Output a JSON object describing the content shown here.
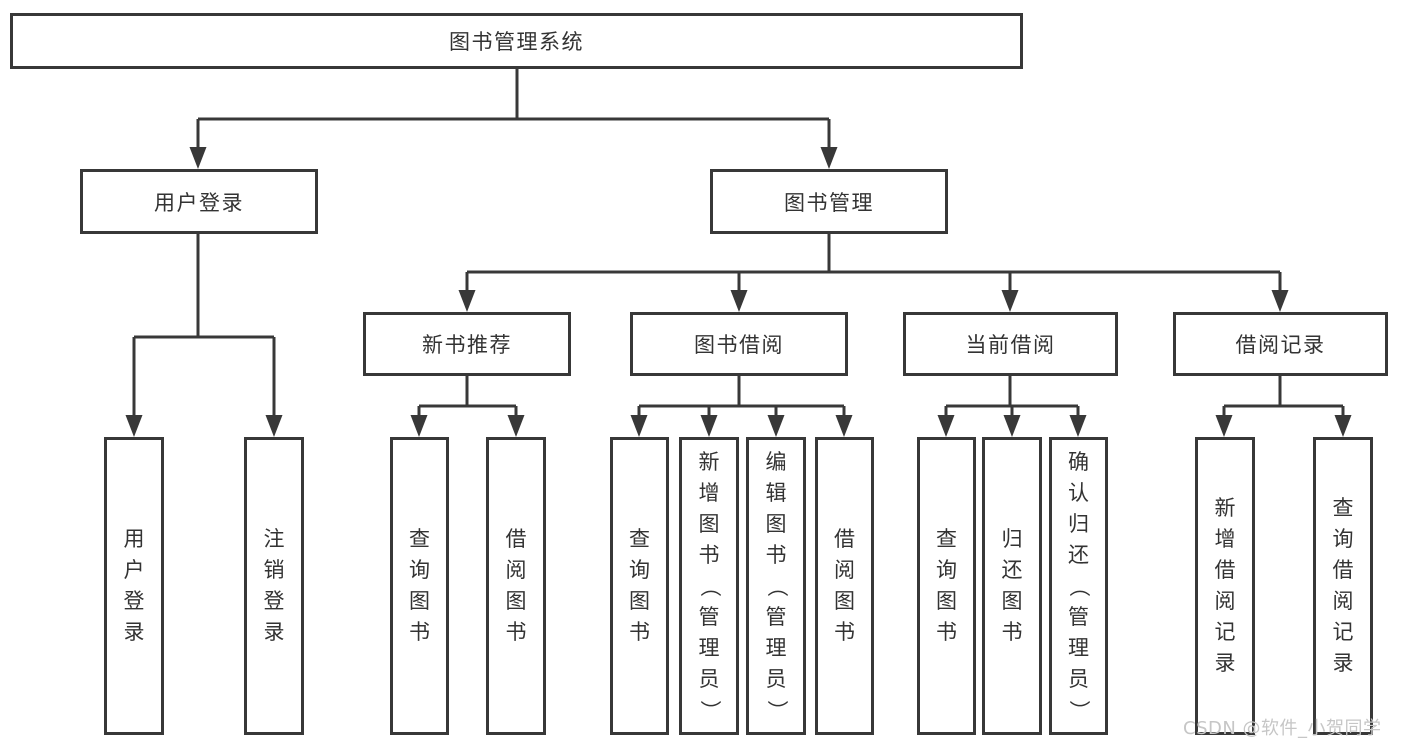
{
  "page": {
    "background": "#ffffff",
    "line_color": "#383838",
    "text_color": "#333333",
    "watermark_color": "#c6c6c6"
  },
  "diagram": {
    "root": {
      "label": "图书管理系统"
    },
    "level2": [
      {
        "label": "用户登录",
        "children": [
          "用户登录",
          "注销登录"
        ]
      },
      {
        "label": "图书管理"
      }
    ],
    "level3": [
      {
        "label": "新书推荐",
        "children": [
          "查询图书",
          "借阅图书"
        ]
      },
      {
        "label": "图书借阅",
        "children": [
          "查询图书",
          "新增图书（管理员）",
          "编辑图书（管理员）",
          "借阅图书"
        ]
      },
      {
        "label": "当前借阅",
        "children": [
          "查询图书",
          "归还图书",
          "确认归还（管理员）"
        ]
      },
      {
        "label": "借阅记录",
        "children": [
          "新增借阅记录",
          "查询借阅记录"
        ]
      }
    ]
  },
  "watermark": {
    "text": "CSDN @软件_小贺同学"
  }
}
